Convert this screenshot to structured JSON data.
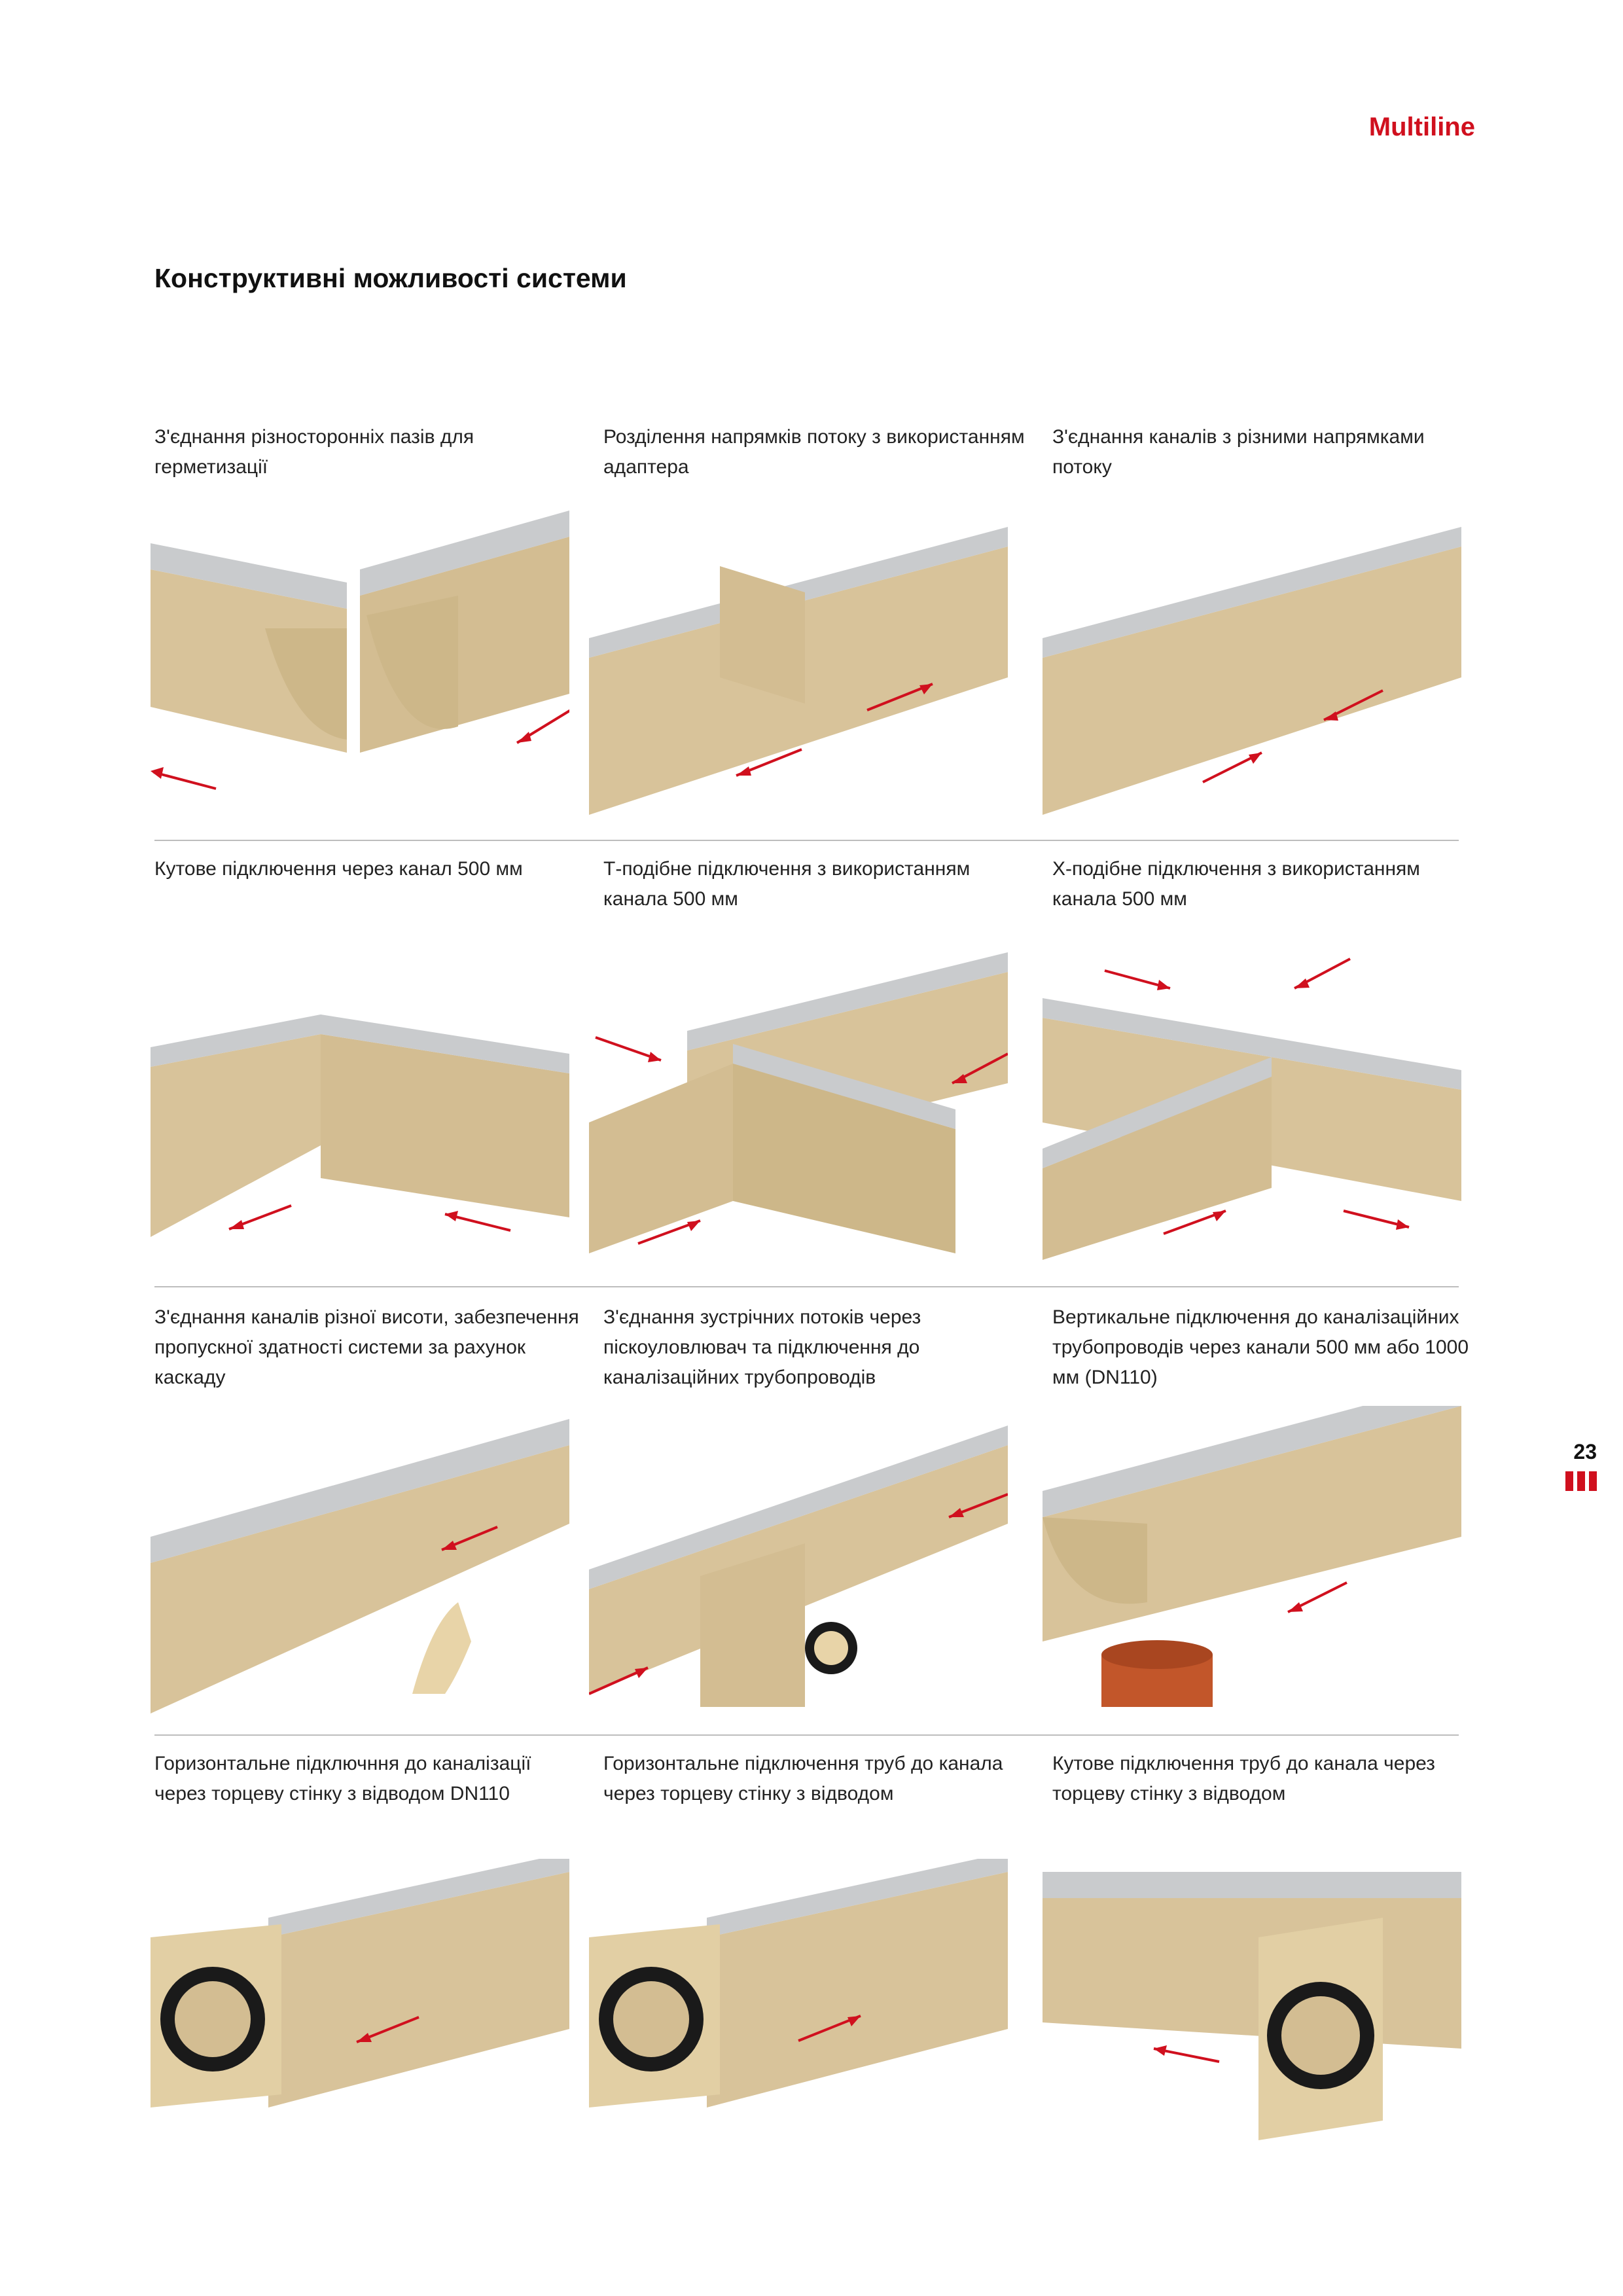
{
  "header": {
    "brand": "Multiline"
  },
  "page_title": "Конструктивні можливості системи",
  "cells": [
    {
      "caption": "З'єднання різносторонніх пазів для герметизації",
      "variant": "split",
      "arrows": "left"
    },
    {
      "caption": "Розділення напрямків потоку з використанням адаптера",
      "variant": "adapter",
      "arrows": "split"
    },
    {
      "caption": "З'єднання каналів з різними напрямками потоку",
      "variant": "converge",
      "arrows": "converge"
    },
    {
      "caption": "Кутове підключення через канал 500 мм",
      "variant": "corner",
      "arrows": "left"
    },
    {
      "caption": "Т-подібне підключення з  використанням канала 500 мм",
      "variant": "tee",
      "arrows": "in"
    },
    {
      "caption": "Х-подібне підключення з  використанням канала 500 мм",
      "variant": "cross",
      "arrows": "in"
    },
    {
      "caption": "З'єднання каналів різної висоти, забезпечення пропускної здатності системи за рахунок каскаду",
      "variant": "cascade",
      "arrows": "left"
    },
    {
      "caption": "З'єднання зустрічних потоків через піскоуловлювач та підключення до каналізаційних трубопроводів",
      "variant": "sandtrap",
      "arrows": "converge"
    },
    {
      "caption": "Вертикальне підключення до каналізаційних трубопроводів через канали 500 мм або 1000 мм (DN110)",
      "variant": "vertical",
      "arrows": "left"
    },
    {
      "caption": "Горизонтальне підключння до каналізації через торцеву стінку з відводом DN110",
      "variant": "endcap",
      "arrows": "left"
    },
    {
      "caption": "Горизонтальне підключення труб до канала через торцеву стінку з відводом",
      "variant": "endcap",
      "arrows": "right"
    },
    {
      "caption": "Кутове підключення труб до канала через торцеву стінку з відводом",
      "variant": "endcap-corner",
      "arrows": "left"
    }
  ],
  "page": {
    "number": "23"
  },
  "colors": {
    "accent": "#d0101e",
    "concrete": "#d8c39a",
    "steel": "#c9cbcd",
    "pipe": "#c2562a"
  }
}
